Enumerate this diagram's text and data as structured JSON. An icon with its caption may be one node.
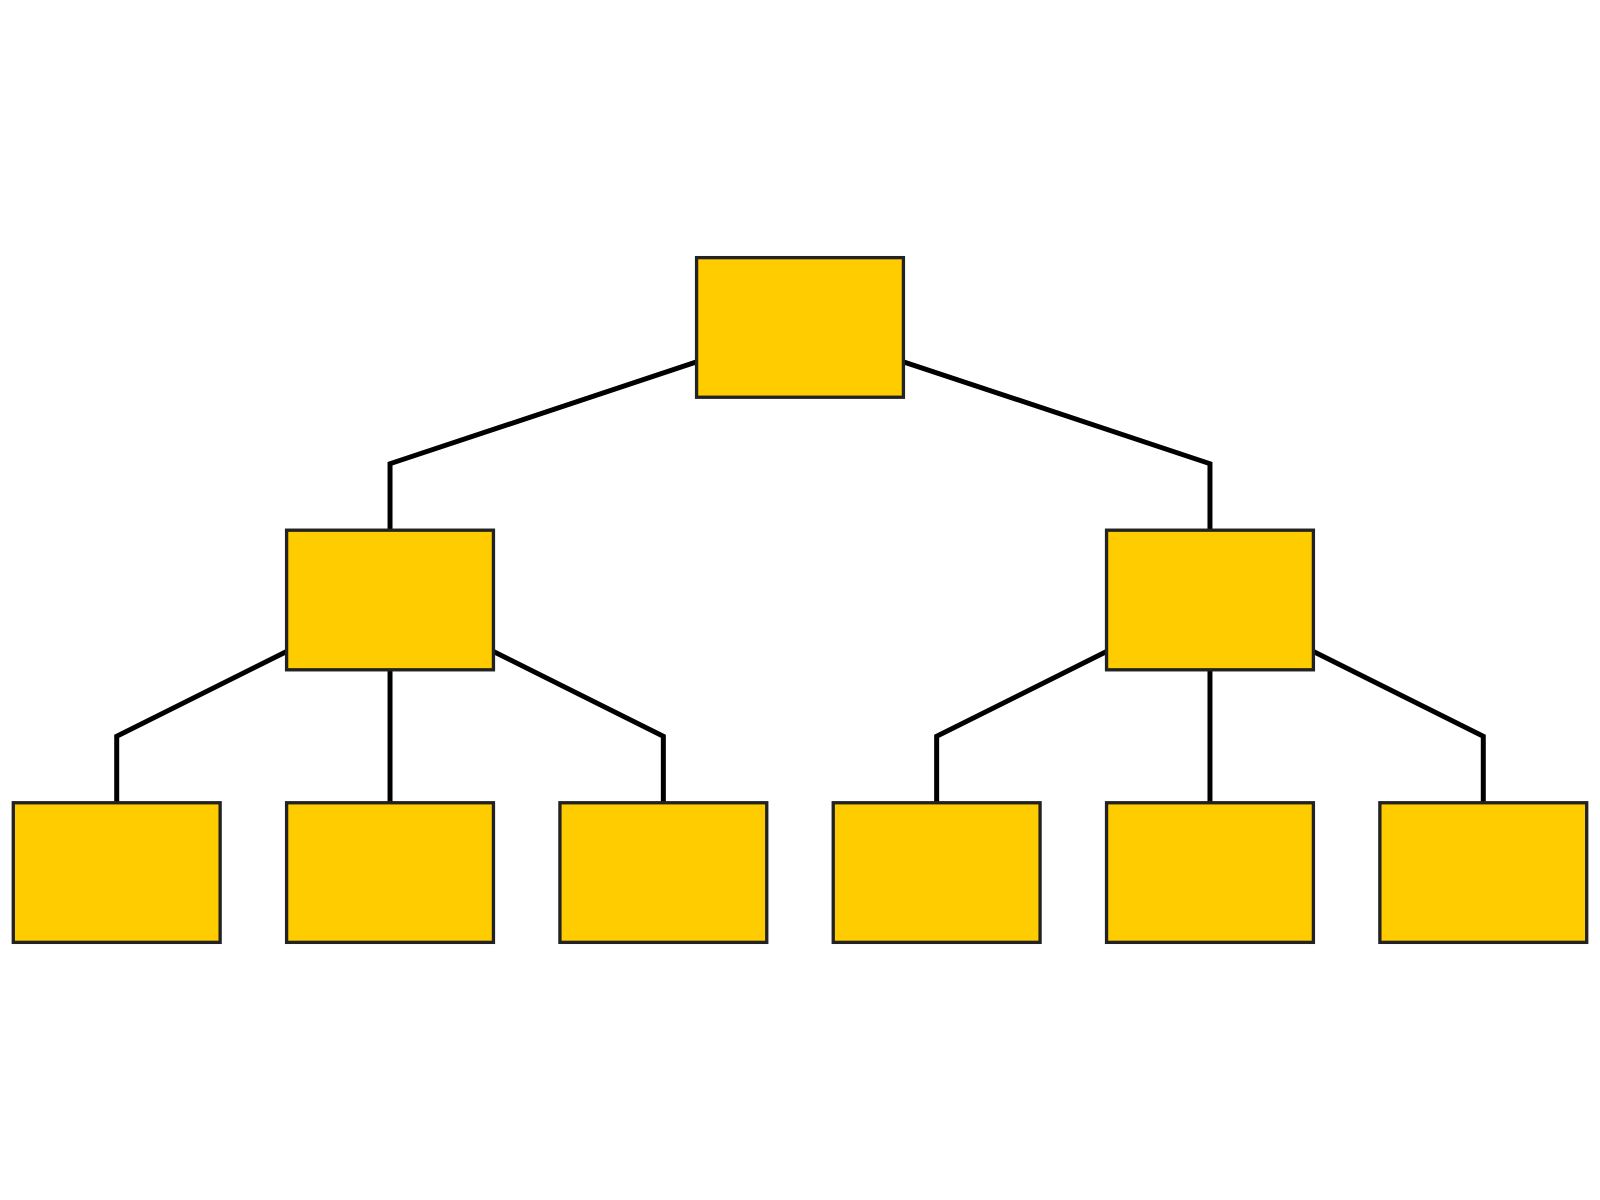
{
  "diagram": {
    "nodes": [
      {
        "text": [],
        "shape": "box"
      },
      {
        "text": [],
        "shape": "box"
      },
      {
        "text": [],
        "shape": "box"
      },
      {
        "text": [],
        "shape": "box"
      },
      {
        "text": [],
        "shape": "box"
      },
      {
        "text": [],
        "shape": "box"
      },
      {
        "text": [],
        "shape": "box"
      },
      {
        "text": [],
        "shape": "box"
      },
      {
        "text": [],
        "shape": "box"
      }
    ],
    "edges": [
      {
        "from": 0,
        "to": 1,
        "arrow": "none"
      },
      {
        "from": 0,
        "to": 2,
        "arrow": "none"
      },
      {
        "from": 1,
        "to": 3,
        "arrow": "none"
      },
      {
        "from": 1,
        "to": 4,
        "arrow": "none"
      },
      {
        "from": 1,
        "to": 5,
        "arrow": "none"
      },
      {
        "from": 2,
        "to": 6,
        "arrow": "none"
      },
      {
        "from": 2,
        "to": 7,
        "arrow": "none"
      },
      {
        "from": 2,
        "to": 8,
        "arrow": "none"
      }
    ]
  }
}
